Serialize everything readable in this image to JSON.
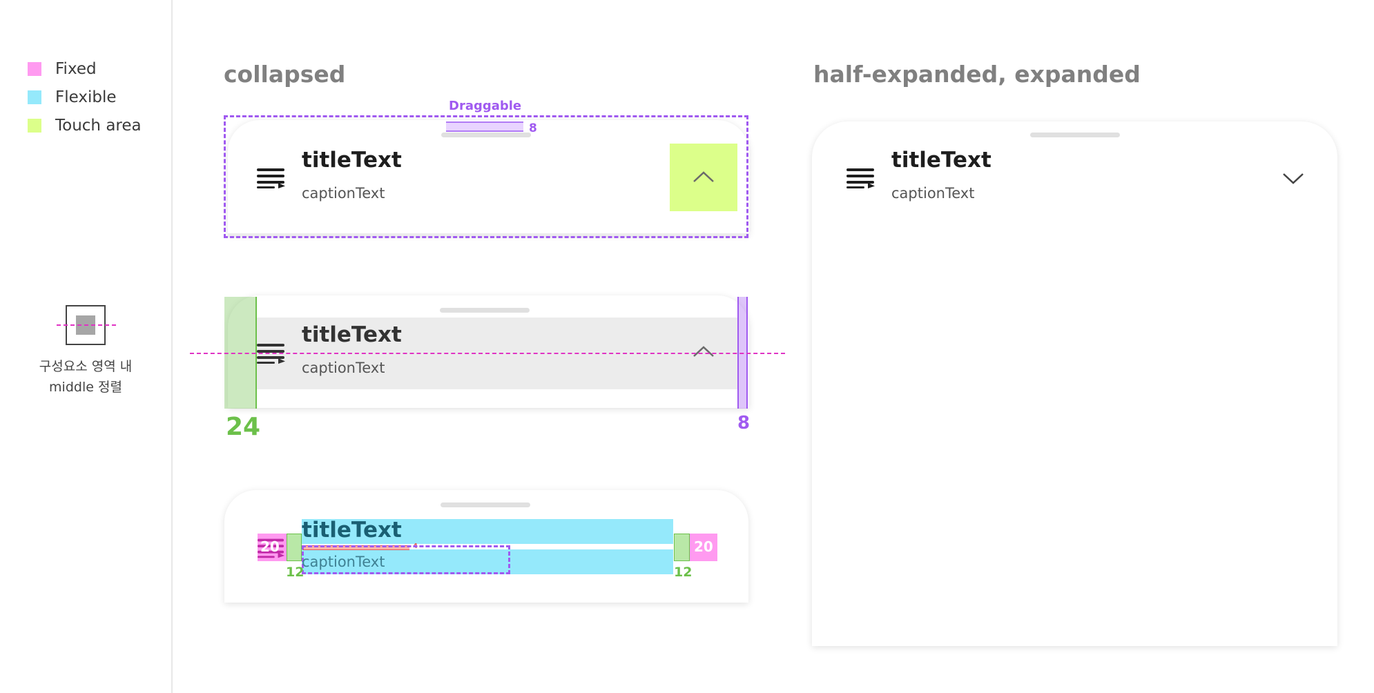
{
  "legend": {
    "items": [
      {
        "label": "Fixed",
        "color": "#ff9af0"
      },
      {
        "label": "Flexible",
        "color": "#95e9fb"
      },
      {
        "label": "Touch area",
        "color": "#dcff8a"
      }
    ]
  },
  "middle_align": {
    "caption_line1": "구성요소 영역 내",
    "caption_line2": "middle 정렬"
  },
  "sections": {
    "collapsed": "collapsed",
    "expanded": "half-expanded, expanded"
  },
  "sheet": {
    "title": "titleText",
    "caption": "captionText"
  },
  "annotations": {
    "draggable": "Draggable",
    "handle_height": "8",
    "left_padding": "24",
    "right_padding": "8",
    "icon_size": "20",
    "icon_gap": "12",
    "chevron_gap": "12",
    "chevron_size": "20",
    "text_gap": "4"
  },
  "colors": {
    "fixed": "#ff9af0",
    "flexible": "#95e9fb",
    "touch_area": "#dcff8a",
    "guide_purple": "#a05af0",
    "guide_green": "#6cc04a",
    "guide_magenta": "#e033c4"
  }
}
